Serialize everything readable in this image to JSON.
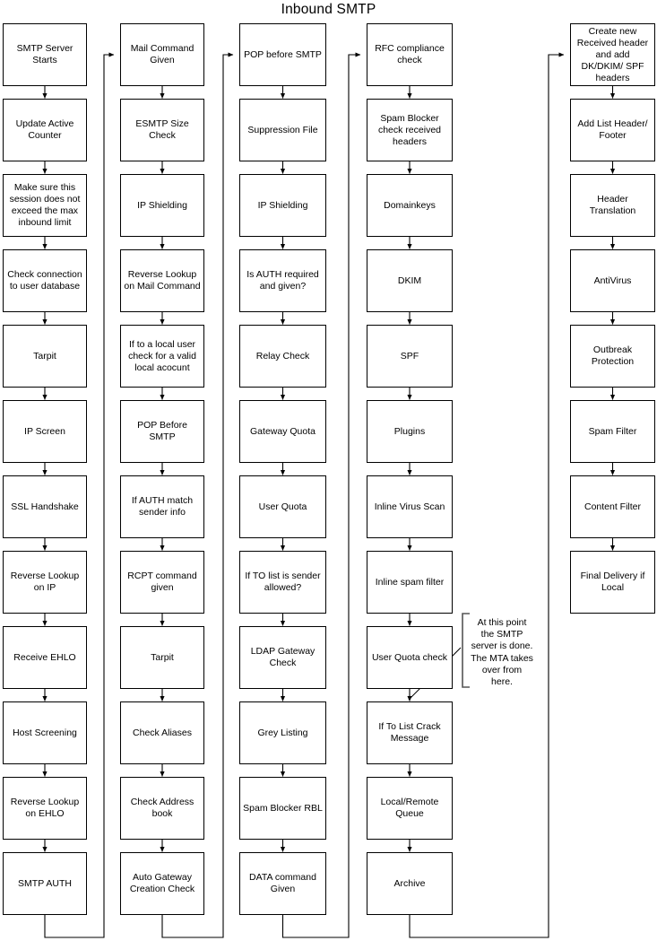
{
  "diagram": {
    "title": "Inbound SMTP",
    "type": "flowchart",
    "orientation": "top-to-bottom, left-to-right columns",
    "columns": [
      {
        "id": "column-1",
        "name": "connection-stage",
        "nodes": [
          "SMTP Server Starts",
          "Update Active Counter",
          "Make sure this session does not exceed the max inbound limit",
          "Check connection to user database",
          "Tarpit",
          "IP Screen",
          "SSL Handshake",
          "Reverse Lookup on IP",
          "Receive EHLO",
          "Host Screening",
          "Reverse Lookup on EHLO",
          "SMTP AUTH"
        ]
      },
      {
        "id": "column-2",
        "name": "mail-command-stage",
        "nodes": [
          "Mail Command Given",
          "ESMTP Size Check",
          "IP Shielding",
          "Reverse Lookup on Mail Command",
          "If to a local user check for a valid local acocunt",
          "POP Before SMTP",
          "If AUTH match sender info",
          "RCPT command given",
          "Tarpit",
          "Check Aliases",
          "Check Address book",
          "Auto Gateway Creation Check"
        ]
      },
      {
        "id": "column-3",
        "name": "recipient-stage",
        "nodes": [
          "POP before SMTP",
          "Suppression File",
          "IP Shielding",
          "Is AUTH required and given?",
          "Relay Check",
          "Gateway Quota",
          "User Quota",
          "If TO list is sender allowed?",
          "LDAP Gateway Check",
          "Grey Listing",
          "Spam Blocker RBL",
          "DATA command Given"
        ]
      },
      {
        "id": "column-4",
        "name": "data-inspection-stage",
        "nodes": [
          "RFC compliance check",
          "Spam Blocker check received headers",
          "Domainkeys",
          "DKIM",
          "SPF",
          "Plugins",
          "Inline Virus Scan",
          "Inline spam filter",
          "User Quota check",
          "If To List Crack Message",
          "Local/Remote Queue",
          "Archive"
        ]
      },
      {
        "id": "column-5",
        "name": "mta-delivery-stage",
        "nodes": [
          "Create new Received header and add DK/DKIM/ SPF headers",
          "Add List Header/ Footer",
          "Header Translation",
          "AntiVirus",
          "Outbreak Protection",
          "Spam Filter",
          "Content Filter",
          "Final Delivery if Local"
        ]
      }
    ],
    "annotations": [
      {
        "id": "mta-handoff-note",
        "text": "At this point the SMTP server is done.  The MTA takes over from here.",
        "attached_to": "User Quota check"
      }
    ]
  },
  "style": {
    "node_border": "#000000",
    "node_fill": "#ffffff",
    "connector": "#000000",
    "background": "#ffffff"
  }
}
